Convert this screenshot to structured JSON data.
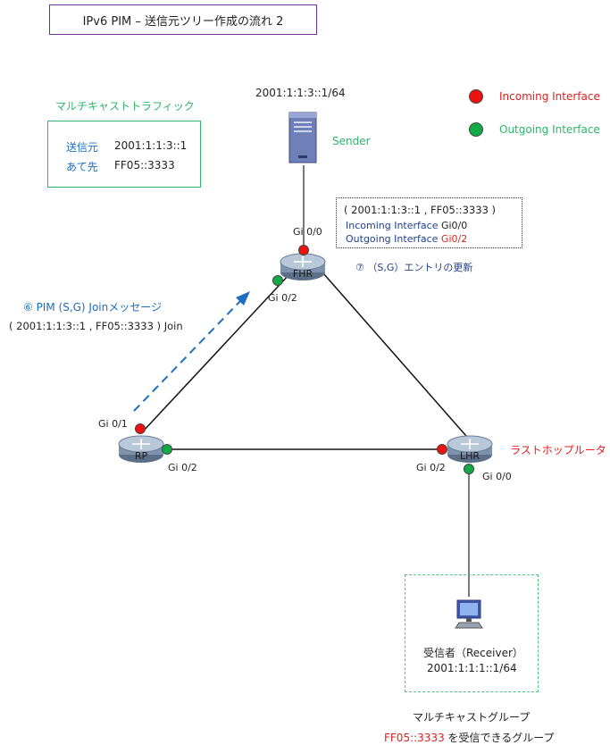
{
  "title": "IPv6 PIM – 送信元ツリー作成の流れ 2",
  "multicast_traffic": {
    "heading": "マルチキャストトラフィック",
    "src_label": "送信元",
    "src_value": "2001:1:1:3::1",
    "dst_label": "あて先",
    "dst_value": "FF05::3333"
  },
  "sender": {
    "address": "2001:1:1:3::1/64",
    "label": "Sender"
  },
  "legend": {
    "incoming": "Incoming Interface",
    "outgoing": "Outgoing Interface",
    "incoming_color": "#ee1111",
    "outgoing_color": "#11aa44"
  },
  "entry": {
    "sg": "( 2001:1:1:3::1 , FF05::3333 )",
    "incoming_label": "Incoming Interface",
    "incoming_value": "Gi0/0",
    "outgoing_label": "Outgoing Interface",
    "outgoing_value": "Gi0/2"
  },
  "step7": "⑦ （S,G）エントリの更新",
  "step6": {
    "line1": "⑥ PIM (S,G) Joinメッセージ",
    "line2": "( 2001:1:1:3::1 , FF05::3333 ) Join"
  },
  "routers": {
    "fhr": "FHR",
    "rp": "RP",
    "lhr": "LHR"
  },
  "interfaces": {
    "fhr_gi00": "Gi 0/0",
    "fhr_gi02": "Gi 0/2",
    "rp_gi01": "Gi 0/1",
    "rp_gi02": "Gi 0/2",
    "lhr_gi02": "Gi 0/2",
    "lhr_gi00": "Gi 0/0"
  },
  "last_hop_label": "ラストホップルータ",
  "receiver": {
    "label": "受信者（Receiver）",
    "address": "2001:1:1:1::1/64"
  },
  "group": {
    "label": "マルチキャストグループ",
    "address": "FF05::3333",
    "suffix": " を受信できるグループ"
  }
}
